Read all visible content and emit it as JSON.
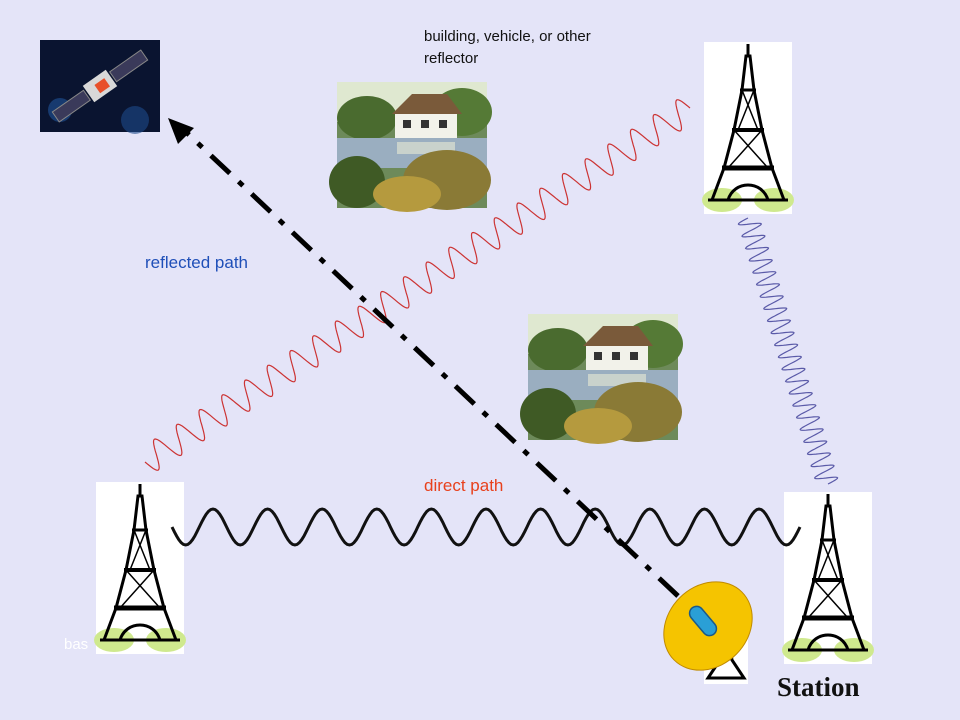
{
  "labels": {
    "reflector": "building, vehicle, or other reflector",
    "reflected_path": "reflected path",
    "direct_path": "direct path",
    "base": "bas",
    "station": "Station"
  },
  "colors": {
    "background": "#e4e4f8",
    "reflected_wave": "#cc3333",
    "direct_wave": "#111111",
    "tower_link_wave": "#5a5aa8",
    "reflected_label": "#1f4fb8",
    "direct_label": "#e8401c",
    "dish": "#f5c400",
    "dish_feed": "#2a9fd6"
  },
  "icons": [
    "satellite-icon",
    "house-pond-icon",
    "eiffel-tower-icon",
    "satellite-dish-icon",
    "arrow-icon"
  ]
}
